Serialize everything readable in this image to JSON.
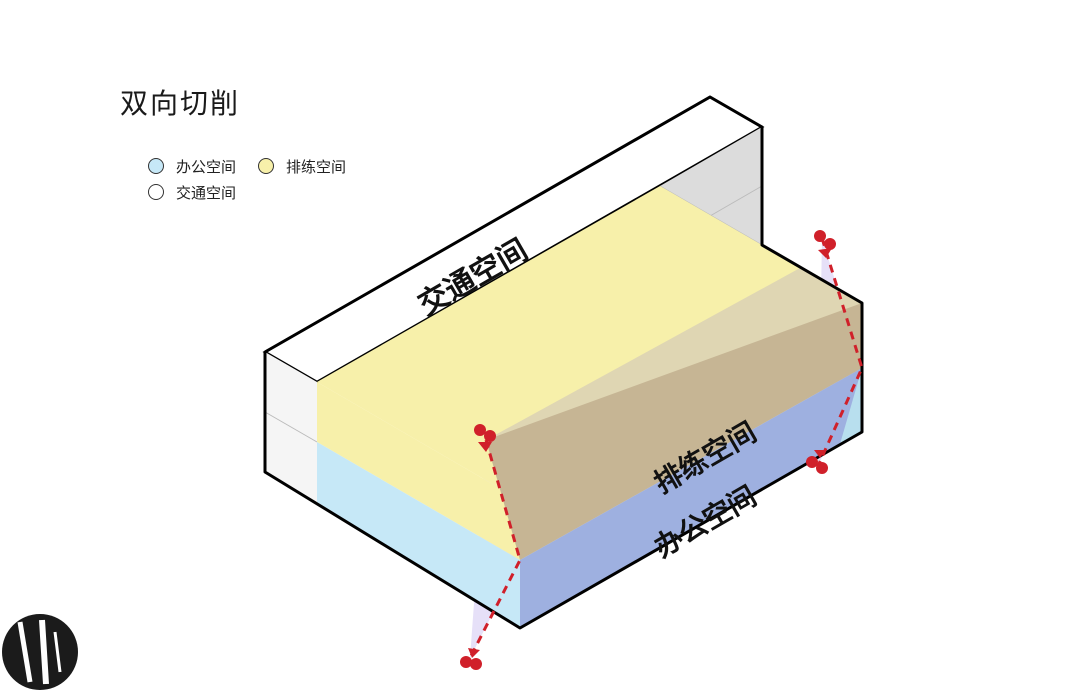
{
  "title": "双向切削",
  "legend": [
    {
      "label": "办公空间",
      "color": "#c6e8f7"
    },
    {
      "label": "排练空间",
      "color": "#f7f0aa"
    },
    {
      "label": "交通空间",
      "color": "#ffffff"
    }
  ],
  "labels": {
    "circulation": "交通空间",
    "rehearsal": "排练空间",
    "office": "办公空间"
  },
  "colors": {
    "office": "#c6e8f7",
    "office_front": "#9eb0e0",
    "rehearsal": "#f7f0aa",
    "rehearsal_front": "#c6b594",
    "circulation_side": "#dcdcdc",
    "outline": "#000000",
    "cut_line": "#d0202a"
  }
}
